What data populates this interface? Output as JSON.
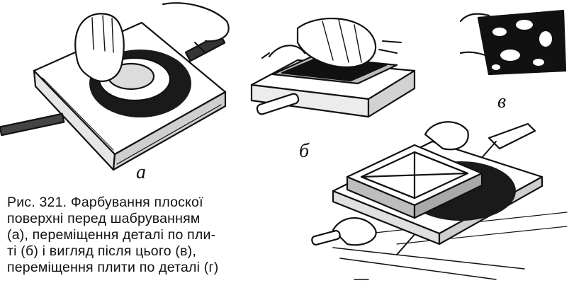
{
  "figure": {
    "labels": {
      "a": "а",
      "b": "б",
      "v": "в",
      "g": "г"
    },
    "caption_lines": [
      "Рис. 321. Фарбування плоскої",
      "поверхні перед шабруванням",
      "(а), переміщення деталі по пли-",
      "ті (б) і вигляд після цього (в),",
      "переміщення плити по деталі (г)"
    ]
  }
}
